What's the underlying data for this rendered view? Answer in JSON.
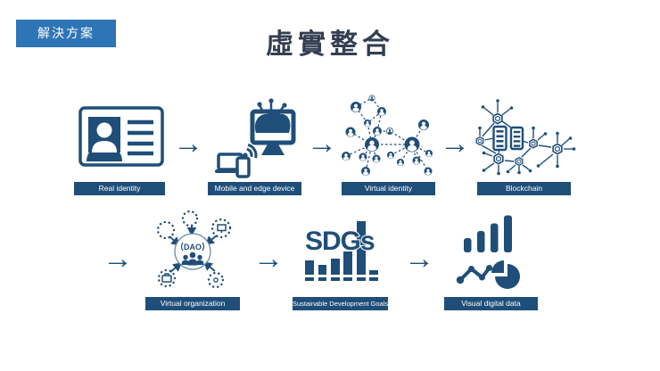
{
  "slide": {
    "badge": "解決方案",
    "title": "虛實整合"
  },
  "colors": {
    "badge_bg": "#2E75B6",
    "label_bg": "#1F4E79",
    "icon_navy": "#1F4E79",
    "title_text": "#333F50",
    "background": "#FFFFFF"
  },
  "flow": {
    "arrow": "→",
    "row1": [
      {
        "label": "Real identity",
        "icon": "id-card-icon"
      },
      {
        "label": "Mobile and edge device",
        "icon": "mobile-edge-device-icon"
      },
      {
        "label": "Virtual identity",
        "icon": "people-network-icon"
      },
      {
        "label": "Blockchain",
        "icon": "blockchain-icon"
      }
    ],
    "row2": [
      {
        "label": "Virtual organization",
        "icon": "dao-icon"
      },
      {
        "label": "Sustainable Development Goals",
        "icon": "sdgs-icon"
      },
      {
        "label": "Visual digital data",
        "icon": "charts-icon"
      }
    ]
  },
  "icons": {
    "dao_text": "DAO",
    "sdgs_text": "SDGs"
  }
}
